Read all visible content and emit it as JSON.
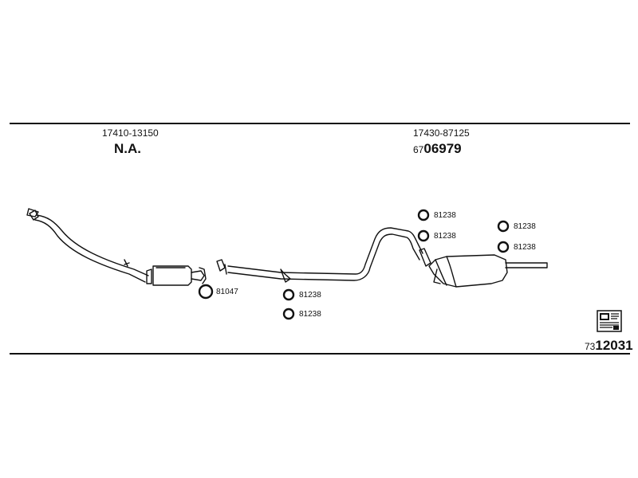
{
  "sections": {
    "left": {
      "ref_number": "17410-13150",
      "part_number": "N.A."
    },
    "right": {
      "ref_number": "17430-87125",
      "part_prefix": "67",
      "part_main": "06979"
    }
  },
  "seal_labels": {
    "s1": "81047",
    "s2": "81238",
    "s3": "81238",
    "s4": "81238",
    "s5": "81238",
    "s6": "81238",
    "s7": "81238"
  },
  "catalog": {
    "prefix": "73",
    "main": "12031",
    "icon": "document-icon"
  }
}
